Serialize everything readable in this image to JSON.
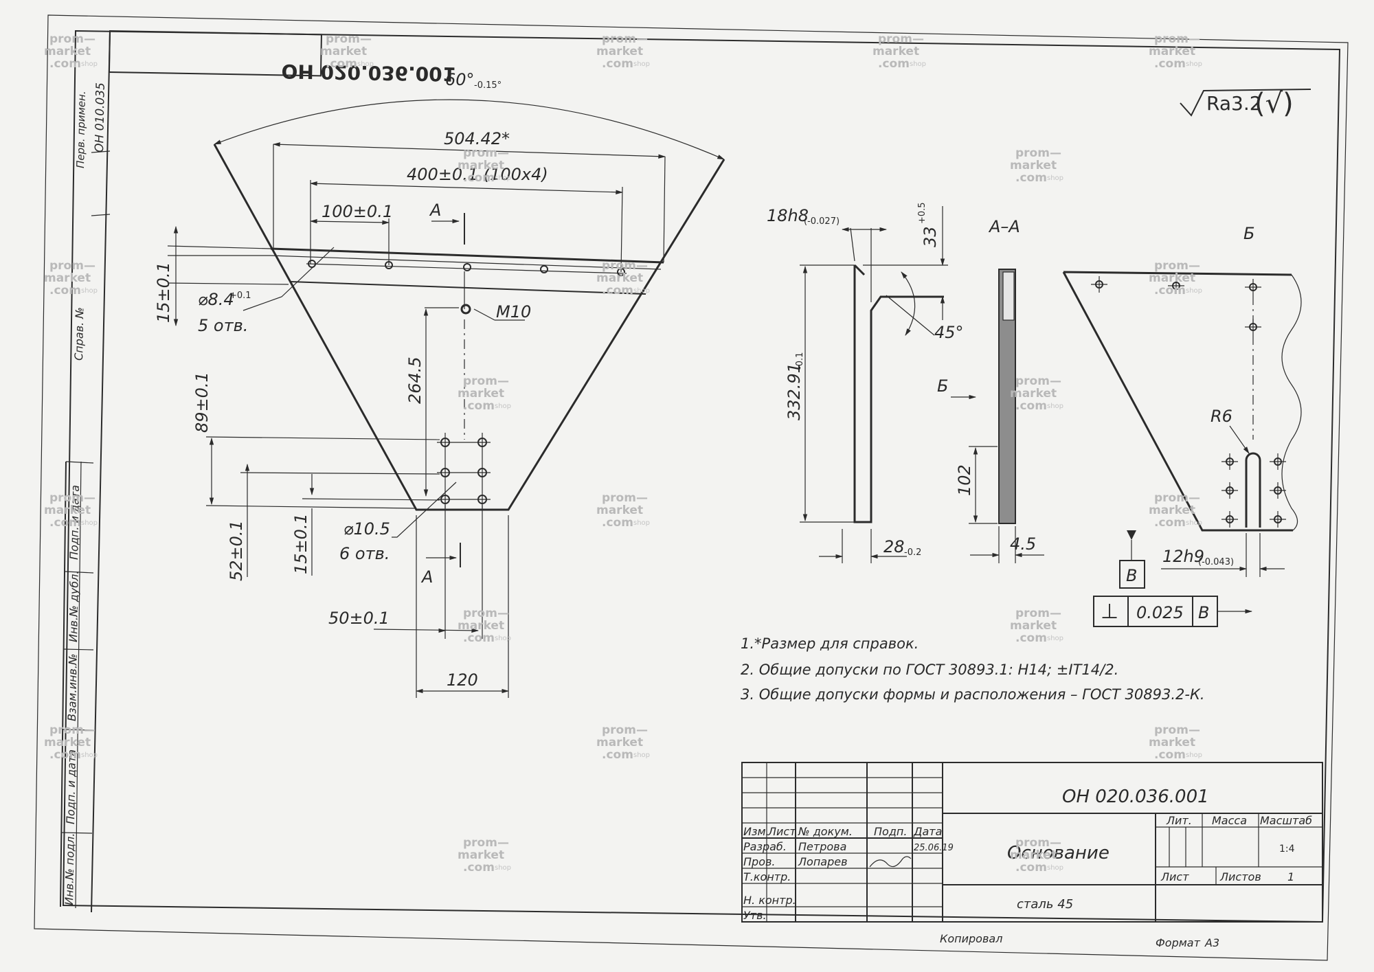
{
  "drawing": {
    "doc_code": "ОН 020.036.001",
    "doc_code_mirrored": "ОН 020.036.001",
    "side_label_perv": "Перв. примен.",
    "side_first_use": "ОН 010.035",
    "side_sprav": "Справ. №",
    "side_podp_data": "Подп. и дата",
    "side_inv_dubl": "Инв.№ дубл.",
    "side_vzam": "Взам.инв.№",
    "side_podp_data2": "Подп. и дата",
    "side_inv_podl": "Инв.№ подл.",
    "roughness": "Ra3.2",
    "roughness_extra": "(√)"
  },
  "main_view": {
    "angle": "60°",
    "angle_tol": "-0.15°",
    "dim_overall": "504.42*",
    "dim_holes_span": "400±0.1 (100x4)",
    "dim_hole_pitch": "100±0.1",
    "section_mark": "А",
    "dim_top_band": "15±0.1",
    "hole_diam": "⌀8.4",
    "hole_diam_tol": "+0.1",
    "hole_count": "5 отв.",
    "thread": "М10",
    "dim_vertical": "264.5",
    "dim_row_spacing": "89±0.1",
    "dim_bottom_row": "52±0.1",
    "dim_bottom_band": "15±0.1",
    "bottom_hole_diam": "⌀10.5",
    "bottom_hole_count": "6 отв.",
    "dim_col_spacing": "50±0.1",
    "dim_bottom_width": "120"
  },
  "profile_view": {
    "dim_width": "18h8",
    "dim_width_tol": "(-0.027)",
    "dim_top": "33",
    "dim_top_tol": "+0.5",
    "chamfer": "45°",
    "dim_height": "332.91",
    "dim_height_tol": "-0.1",
    "dim_base": "28",
    "dim_base_tol": "-0.2"
  },
  "section_view": {
    "title": "А–А",
    "view_mark": "Б",
    "dim_lower": "102",
    "dim_thickness": "4.5"
  },
  "view_b": {
    "title": "Б",
    "radius": "R6",
    "slot_width": "12h9",
    "slot_width_tol": "(-0.043)",
    "datum": "В",
    "tolerance_symbol": "⊥",
    "tolerance_value": "0.025",
    "tolerance_datum": "В"
  },
  "notes": [
    "1.*Размер для справок.",
    "2. Общие допуски по ГОСТ 30893.1: Н14; ±IT14/2.",
    "3. Общие допуски формы и расположения – ГОСТ 30893.2-К."
  ],
  "title_block": {
    "doc_code": "ОН 020.036.001",
    "part_name": "Основание",
    "material": "сталь 45",
    "h_izm": "Изм.",
    "h_list": "Лист",
    "h_ndokum": "№ докум.",
    "h_podp": "Подп.",
    "h_data": "Дата",
    "r_razrab": "Разраб.",
    "r_prov": "Пров.",
    "r_tkontr": "Т.контр.",
    "r_nkontr": "Н. контр.",
    "r_utv": "Утв.",
    "razrab_name": "Петрова",
    "prov_name": "Лопарев",
    "date": "25.06.19",
    "h_lit": "Лит.",
    "h_massa": "Масса",
    "h_masshtab": "Масштаб",
    "scale": "1:4",
    "h_sheet": "Лист",
    "h_sheets": "Листов",
    "sheets": "1",
    "copied": "Копировал",
    "format_label": "Формат",
    "format": "А3"
  },
  "watermark": {
    "line1": "prom—",
    "line2": "market",
    "line3": ".com",
    "suffix": "shop"
  }
}
